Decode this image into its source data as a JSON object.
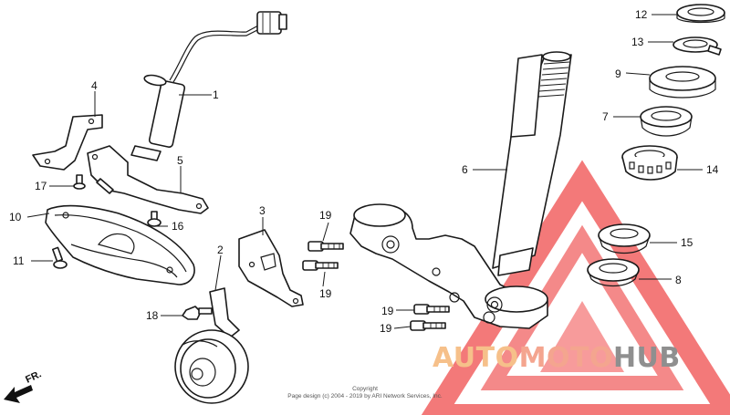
{
  "callouts": [
    {
      "id": "1",
      "label": "1"
    },
    {
      "id": "2",
      "label": "2"
    },
    {
      "id": "3",
      "label": "3"
    },
    {
      "id": "4",
      "label": "4"
    },
    {
      "id": "5",
      "label": "5"
    },
    {
      "id": "6",
      "label": "6"
    },
    {
      "id": "7",
      "label": "7"
    },
    {
      "id": "8",
      "label": "8"
    },
    {
      "id": "9",
      "label": "9"
    },
    {
      "id": "10",
      "label": "10"
    },
    {
      "id": "11",
      "label": "11"
    },
    {
      "id": "12",
      "label": "12"
    },
    {
      "id": "13",
      "label": "13"
    },
    {
      "id": "14",
      "label": "14"
    },
    {
      "id": "15",
      "label": "15"
    },
    {
      "id": "16",
      "label": "16"
    },
    {
      "id": "17",
      "label": "17"
    },
    {
      "id": "18",
      "label": "18"
    },
    {
      "id": "19a",
      "label": "19"
    },
    {
      "id": "19b",
      "label": "19"
    },
    {
      "id": "19c",
      "label": "19"
    },
    {
      "id": "19d",
      "label": "19"
    }
  ],
  "direction_label": "FR.",
  "copyright": {
    "line1": "Copyright",
    "line2": "Page design (c) 2004 - 2019 by ARI Network Services, Inc."
  },
  "watermark": {
    "part_a": "AUTO",
    "part_b": "MOTO",
    "part_c": "HUB",
    "colors": {
      "a": "#f6c08a",
      "b": "#f4a58f",
      "c": "#8f8f8f",
      "triangle": "#ee3b3b"
    }
  }
}
